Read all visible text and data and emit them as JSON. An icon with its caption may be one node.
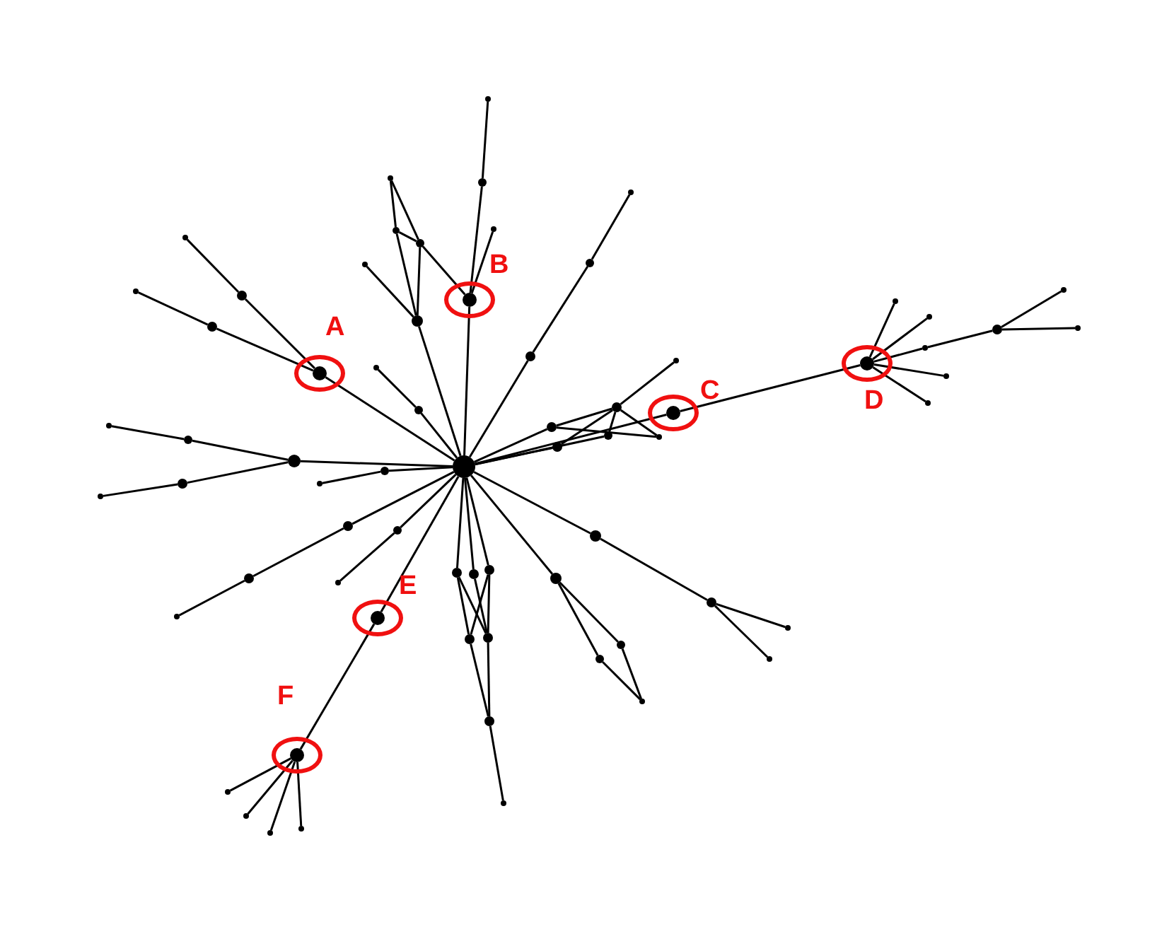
{
  "diagram": {
    "nodes": [
      {
        "text": [],
        "shape": "circle"
      },
      {
        "text": [],
        "shape": "circle",
        "beside": [
          "B"
        ]
      },
      {
        "text": [],
        "shape": "circle"
      },
      {
        "text": [],
        "shape": "circle"
      },
      {
        "text": [],
        "shape": "circle"
      },
      {
        "text": [],
        "shape": "circle"
      },
      {
        "text": [],
        "shape": "circle"
      },
      {
        "text": [],
        "shape": "circle"
      },
      {
        "text": [],
        "shape": "circle"
      },
      {
        "text": [],
        "shape": "circle"
      },
      {
        "text": [],
        "shape": "circle"
      },
      {
        "text": [],
        "shape": "circle"
      },
      {
        "text": [],
        "shape": "circle"
      },
      {
        "text": [],
        "shape": "circle"
      },
      {
        "text": [],
        "shape": "circle"
      },
      {
        "text": [],
        "shape": "circle"
      },
      {
        "text": [],
        "shape": "circle"
      },
      {
        "text": [],
        "shape": "circle"
      },
      {
        "text": [],
        "shape": "circle"
      },
      {
        "text": [],
        "shape": "circle"
      },
      {
        "text": [],
        "shape": "circle"
      },
      {
        "text": [],
        "shape": "circle",
        "beside": [
          "C"
        ]
      },
      {
        "text": [],
        "shape": "circle",
        "beside": [
          "D"
        ]
      },
      {
        "text": [],
        "shape": "circle"
      },
      {
        "text": [],
        "shape": "circle"
      },
      {
        "text": [],
        "shape": "circle"
      },
      {
        "text": [],
        "shape": "circle"
      },
      {
        "text": [],
        "shape": "circle"
      },
      {
        "text": [],
        "shape": "circle"
      },
      {
        "text": [],
        "shape": "circle"
      },
      {
        "text": [],
        "shape": "circle"
      },
      {
        "text": [],
        "shape": "circle"
      },
      {
        "text": [],
        "shape": "circle"
      },
      {
        "text": [],
        "shape": "circle"
      },
      {
        "text": [],
        "shape": "circle"
      },
      {
        "text": [],
        "shape": "circle"
      },
      {
        "text": [],
        "shape": "circle"
      },
      {
        "text": [],
        "shape": "circle"
      },
      {
        "text": [],
        "shape": "circle"
      },
      {
        "text": [],
        "shape": "circle"
      },
      {
        "text": [],
        "shape": "circle"
      },
      {
        "text": [],
        "shape": "circle"
      },
      {
        "text": [],
        "shape": "circle"
      },
      {
        "text": [],
        "shape": "circle"
      },
      {
        "text": [],
        "shape": "circle"
      },
      {
        "text": [],
        "shape": "circle"
      },
      {
        "text": [],
        "shape": "circle",
        "beside": [
          "E"
        ]
      },
      {
        "text": [],
        "shape": "circle",
        "beside": [
          "F"
        ]
      },
      {
        "text": [],
        "shape": "circle"
      },
      {
        "text": [],
        "shape": "circle"
      },
      {
        "text": [],
        "shape": "circle"
      },
      {
        "text": [],
        "shape": "circle"
      },
      {
        "text": [],
        "shape": "circle"
      },
      {
        "text": [],
        "shape": "circle"
      },
      {
        "text": [],
        "shape": "circle"
      },
      {
        "text": [],
        "shape": "circle"
      },
      {
        "text": [],
        "shape": "circle"
      },
      {
        "text": [],
        "shape": "circle"
      },
      {
        "text": [],
        "shape": "circle"
      },
      {
        "text": [],
        "shape": "circle"
      },
      {
        "text": [],
        "shape": "circle"
      },
      {
        "text": [],
        "shape": "circle"
      },
      {
        "text": [],
        "shape": "circle"
      },
      {
        "text": [],
        "shape": "circle"
      },
      {
        "text": [],
        "shape": "circle",
        "beside": [
          "A"
        ]
      },
      {
        "text": [],
        "shape": "circle"
      },
      {
        "text": [],
        "shape": "circle"
      },
      {
        "text": [],
        "shape": "circle"
      },
      {
        "text": [],
        "shape": "circle"
      }
    ],
    "edges": [
      {
        "from": 0,
        "to": 1,
        "arrow": "none"
      },
      {
        "from": 1,
        "to": 2,
        "arrow": "none"
      },
      {
        "from": 1,
        "to": 3,
        "arrow": "none"
      },
      {
        "from": 3,
        "to": 4,
        "arrow": "none"
      },
      {
        "from": 5,
        "to": 6,
        "arrow": "none"
      },
      {
        "from": 5,
        "to": 7,
        "arrow": "none"
      },
      {
        "from": 6,
        "to": 7,
        "arrow": "none"
      },
      {
        "from": 6,
        "to": 8,
        "arrow": "none"
      },
      {
        "from": 7,
        "to": 8,
        "arrow": "none"
      },
      {
        "from": 7,
        "to": 1,
        "arrow": "none"
      },
      {
        "from": 9,
        "to": 8,
        "arrow": "none"
      },
      {
        "from": 8,
        "to": 0,
        "arrow": "none"
      },
      {
        "from": 0,
        "to": 10,
        "arrow": "none"
      },
      {
        "from": 10,
        "to": 11,
        "arrow": "none"
      },
      {
        "from": 0,
        "to": 12,
        "arrow": "none"
      },
      {
        "from": 12,
        "to": 13,
        "arrow": "none"
      },
      {
        "from": 13,
        "to": 14,
        "arrow": "none"
      },
      {
        "from": 0,
        "to": 15,
        "arrow": "none"
      },
      {
        "from": 0,
        "to": 16,
        "arrow": "none"
      },
      {
        "from": 0,
        "to": 18,
        "arrow": "none"
      },
      {
        "from": 15,
        "to": 17,
        "arrow": "none"
      },
      {
        "from": 15,
        "to": 19,
        "arrow": "none"
      },
      {
        "from": 16,
        "to": 17,
        "arrow": "none"
      },
      {
        "from": 17,
        "to": 20,
        "arrow": "none"
      },
      {
        "from": 17,
        "to": 19,
        "arrow": "none"
      },
      {
        "from": 17,
        "to": 18,
        "arrow": "none"
      },
      {
        "from": 0,
        "to": 21,
        "arrow": "none"
      },
      {
        "from": 21,
        "to": 22,
        "arrow": "none"
      },
      {
        "from": 22,
        "to": 23,
        "arrow": "none"
      },
      {
        "from": 22,
        "to": 24,
        "arrow": "none"
      },
      {
        "from": 22,
        "to": 25,
        "arrow": "none"
      },
      {
        "from": 25,
        "to": 26,
        "arrow": "none"
      },
      {
        "from": 26,
        "to": 27,
        "arrow": "none"
      },
      {
        "from": 26,
        "to": 28,
        "arrow": "none"
      },
      {
        "from": 22,
        "to": 29,
        "arrow": "none"
      },
      {
        "from": 22,
        "to": 30,
        "arrow": "none"
      },
      {
        "from": 0,
        "to": 31,
        "arrow": "none"
      },
      {
        "from": 31,
        "to": 32,
        "arrow": "none"
      },
      {
        "from": 32,
        "to": 33,
        "arrow": "none"
      },
      {
        "from": 32,
        "to": 34,
        "arrow": "none"
      },
      {
        "from": 0,
        "to": 35,
        "arrow": "none"
      },
      {
        "from": 35,
        "to": 36,
        "arrow": "none"
      },
      {
        "from": 35,
        "to": 37,
        "arrow": "none"
      },
      {
        "from": 36,
        "to": 38,
        "arrow": "none"
      },
      {
        "from": 37,
        "to": 38,
        "arrow": "none"
      },
      {
        "from": 0,
        "to": 39,
        "arrow": "none"
      },
      {
        "from": 0,
        "to": 40,
        "arrow": "none"
      },
      {
        "from": 0,
        "to": 41,
        "arrow": "none"
      },
      {
        "from": 39,
        "to": 42,
        "arrow": "none"
      },
      {
        "from": 39,
        "to": 43,
        "arrow": "none"
      },
      {
        "from": 40,
        "to": 43,
        "arrow": "none"
      },
      {
        "from": 41,
        "to": 42,
        "arrow": "none"
      },
      {
        "from": 41,
        "to": 43,
        "arrow": "none"
      },
      {
        "from": 42,
        "to": 44,
        "arrow": "none"
      },
      {
        "from": 43,
        "to": 44,
        "arrow": "none"
      },
      {
        "from": 44,
        "to": 45,
        "arrow": "none"
      },
      {
        "from": 0,
        "to": 46,
        "arrow": "none"
      },
      {
        "from": 46,
        "to": 47,
        "arrow": "none"
      },
      {
        "from": 47,
        "to": 48,
        "arrow": "none"
      },
      {
        "from": 47,
        "to": 49,
        "arrow": "none"
      },
      {
        "from": 47,
        "to": 50,
        "arrow": "none"
      },
      {
        "from": 47,
        "to": 51,
        "arrow": "none"
      },
      {
        "from": 0,
        "to": 52,
        "arrow": "none"
      },
      {
        "from": 52,
        "to": 53,
        "arrow": "none"
      },
      {
        "from": 0,
        "to": 54,
        "arrow": "none"
      },
      {
        "from": 54,
        "to": 55,
        "arrow": "none"
      },
      {
        "from": 55,
        "to": 56,
        "arrow": "none"
      },
      {
        "from": 0,
        "to": 57,
        "arrow": "none"
      },
      {
        "from": 57,
        "to": 58,
        "arrow": "none"
      },
      {
        "from": 0,
        "to": 59,
        "arrow": "none"
      },
      {
        "from": 59,
        "to": 60,
        "arrow": "none"
      },
      {
        "from": 60,
        "to": 61,
        "arrow": "none"
      },
      {
        "from": 59,
        "to": 62,
        "arrow": "none"
      },
      {
        "from": 62,
        "to": 63,
        "arrow": "none"
      },
      {
        "from": 0,
        "to": 64,
        "arrow": "none"
      },
      {
        "from": 64,
        "to": 65,
        "arrow": "none"
      },
      {
        "from": 65,
        "to": 66,
        "arrow": "none"
      },
      {
        "from": 64,
        "to": 67,
        "arrow": "none"
      },
      {
        "from": 67,
        "to": 68,
        "arrow": "none"
      }
    ]
  }
}
